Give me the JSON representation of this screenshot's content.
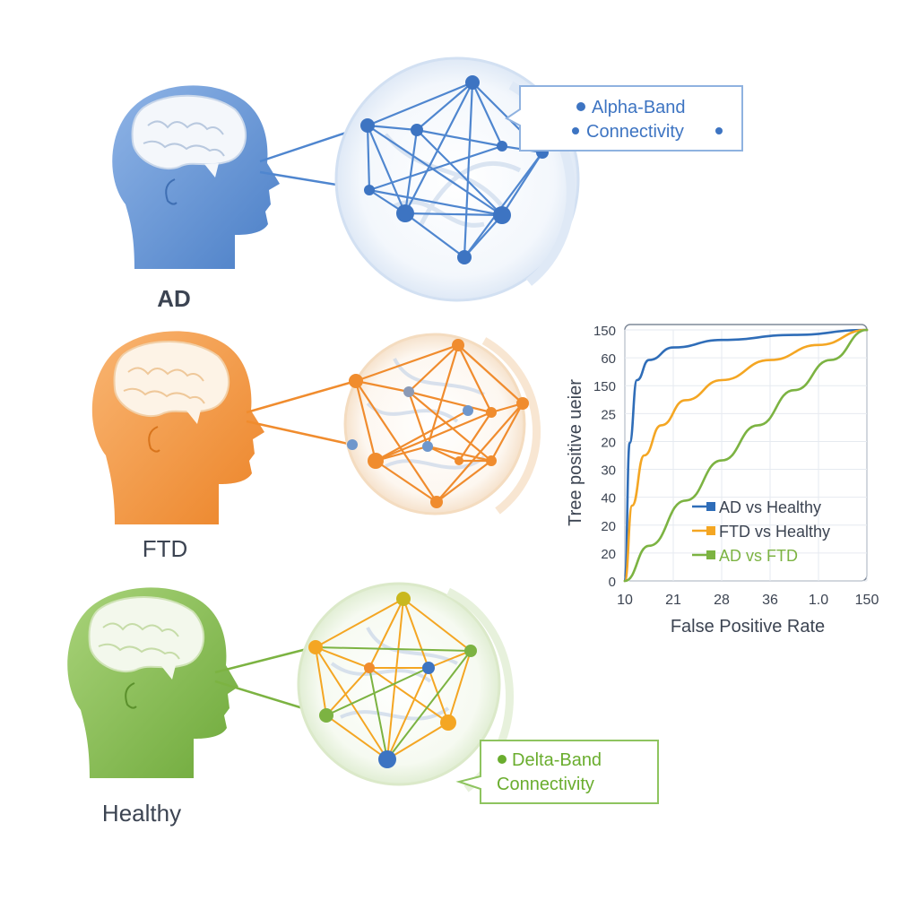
{
  "groups": [
    {
      "id": "ad",
      "label": "AD",
      "color": "#4f86cf"
    },
    {
      "id": "ftd",
      "label": "FTD",
      "color": "#f08c2e"
    },
    {
      "id": "healthy",
      "label": "Healthy",
      "color": "#7cb342"
    }
  ],
  "callouts": {
    "alpha": {
      "line1": "Alpha-Band",
      "line2": "Connectivity",
      "color": "#4f86cf"
    },
    "delta": {
      "line1": "Delta-Band",
      "line2": "Connectivity",
      "color": "#6aad2e"
    }
  },
  "chart_data": {
    "type": "line",
    "xlabel": "False Positive Rate",
    "ylabel": "Tree positive ueier",
    "x_ticks": [
      "10",
      "21",
      "28",
      "36",
      "1.0",
      "150"
    ],
    "y_ticks": [
      "0",
      "20",
      "20",
      "40",
      "30",
      "20",
      "25",
      "150",
      "60",
      "150"
    ],
    "grid": true,
    "legend_position": "bottom-right",
    "series": [
      {
        "name": "AD vs Healthy",
        "color": "#2f6db8",
        "x": [
          0,
          0.02,
          0.05,
          0.1,
          0.2,
          0.4,
          0.7,
          1.0
        ],
        "y": [
          0,
          0.55,
          0.8,
          0.88,
          0.93,
          0.96,
          0.98,
          1.0
        ]
      },
      {
        "name": "FTD vs Healthy",
        "color": "#f4a623",
        "x": [
          0,
          0.03,
          0.08,
          0.15,
          0.25,
          0.4,
          0.6,
          0.8,
          1.0
        ],
        "y": [
          0,
          0.3,
          0.5,
          0.62,
          0.72,
          0.8,
          0.88,
          0.94,
          1.0
        ]
      },
      {
        "name": "AD vs FTD",
        "color": "#7cb342",
        "x": [
          0,
          0.1,
          0.25,
          0.4,
          0.55,
          0.7,
          0.85,
          1.0
        ],
        "y": [
          0,
          0.14,
          0.32,
          0.48,
          0.62,
          0.76,
          0.88,
          1.0
        ]
      }
    ]
  }
}
